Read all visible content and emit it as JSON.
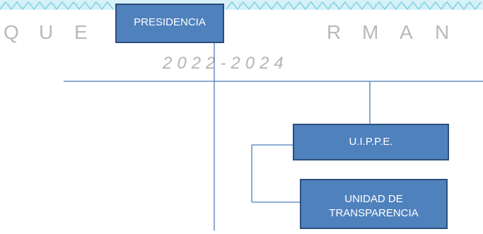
{
  "header": {
    "background_letters": [
      "Q",
      "U",
      "E",
      "R",
      "M",
      "A",
      "N"
    ],
    "years": "2022-2024",
    "banner_color": "#7fd3e6"
  },
  "org_chart": {
    "presidencia": {
      "label": "PRESIDENCIA"
    },
    "uippe": {
      "label": "U.I.P.P.E."
    },
    "transparencia": {
      "line1": "UNIDAD DE",
      "line2": "TRANSPARENCIA"
    }
  },
  "colors": {
    "box_fill": "#4f81bd",
    "box_border": "#2e4f7b",
    "connector": "#4a7ebb",
    "background_text": "#b9b9b9"
  }
}
